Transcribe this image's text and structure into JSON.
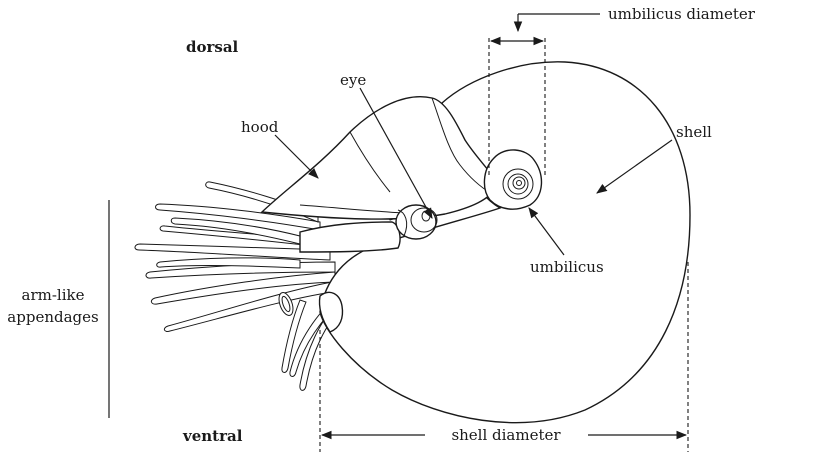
{
  "labels": {
    "dorsal": "dorsal",
    "ventral": "ventral",
    "umbilicus_diameter": "umbilicus diameter",
    "eye": "eye",
    "hood": "hood",
    "shell": "shell",
    "umbilicus": "umbilicus",
    "arm_like_line1": "arm-like",
    "arm_like_line2": "appendages",
    "shell_diameter": "shell diameter"
  }
}
